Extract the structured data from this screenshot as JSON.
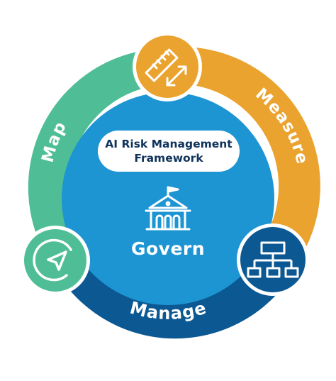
{
  "framework": {
    "title_line1": "AI Risk Management",
    "title_line2": "Framework"
  },
  "functions": {
    "map": "Map",
    "measure": "Measure",
    "manage": "Manage",
    "govern": "Govern"
  },
  "colors": {
    "map": "#4fbe96",
    "measure": "#eba32f",
    "manage": "#0b5893",
    "govern": "#1e95d3",
    "text_dark": "#10335b"
  },
  "icons": {
    "map": "compass-arrow-icon",
    "measure": "ruler-icon",
    "manage": "org-chart-icon",
    "govern": "building-icon"
  }
}
